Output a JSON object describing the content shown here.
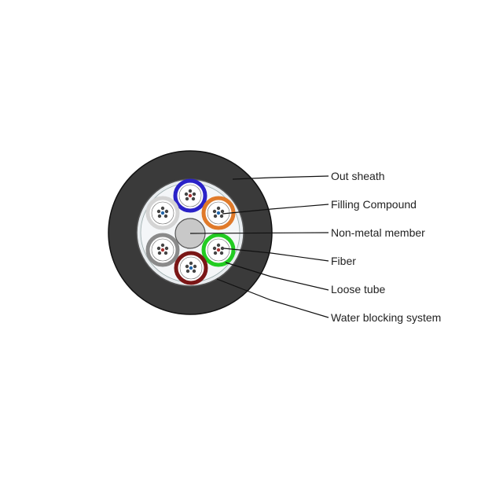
{
  "labels": [
    {
      "id": "out-sheath",
      "text": "Out sheath"
    },
    {
      "id": "filling-compound",
      "text": "Filling Compound"
    },
    {
      "id": "non-metal-member",
      "text": "Non-metal member"
    },
    {
      "id": "fiber",
      "text": "Fiber"
    },
    {
      "id": "loose-tube",
      "text": "Loose tube"
    },
    {
      "id": "water-blocking-system",
      "text": "Water blocking system"
    }
  ],
  "tube_colors": {
    "blue": "#2a22c8",
    "orange": "#e07a2a",
    "green": "#22cc22",
    "maroon": "#7a1616",
    "grey": "#8a8a8a",
    "white": "#f2f2f2"
  },
  "colors": {
    "sheath": "#3a3a3a",
    "inner_core": "#e8ecef",
    "central_member": "#c8c8c8"
  }
}
